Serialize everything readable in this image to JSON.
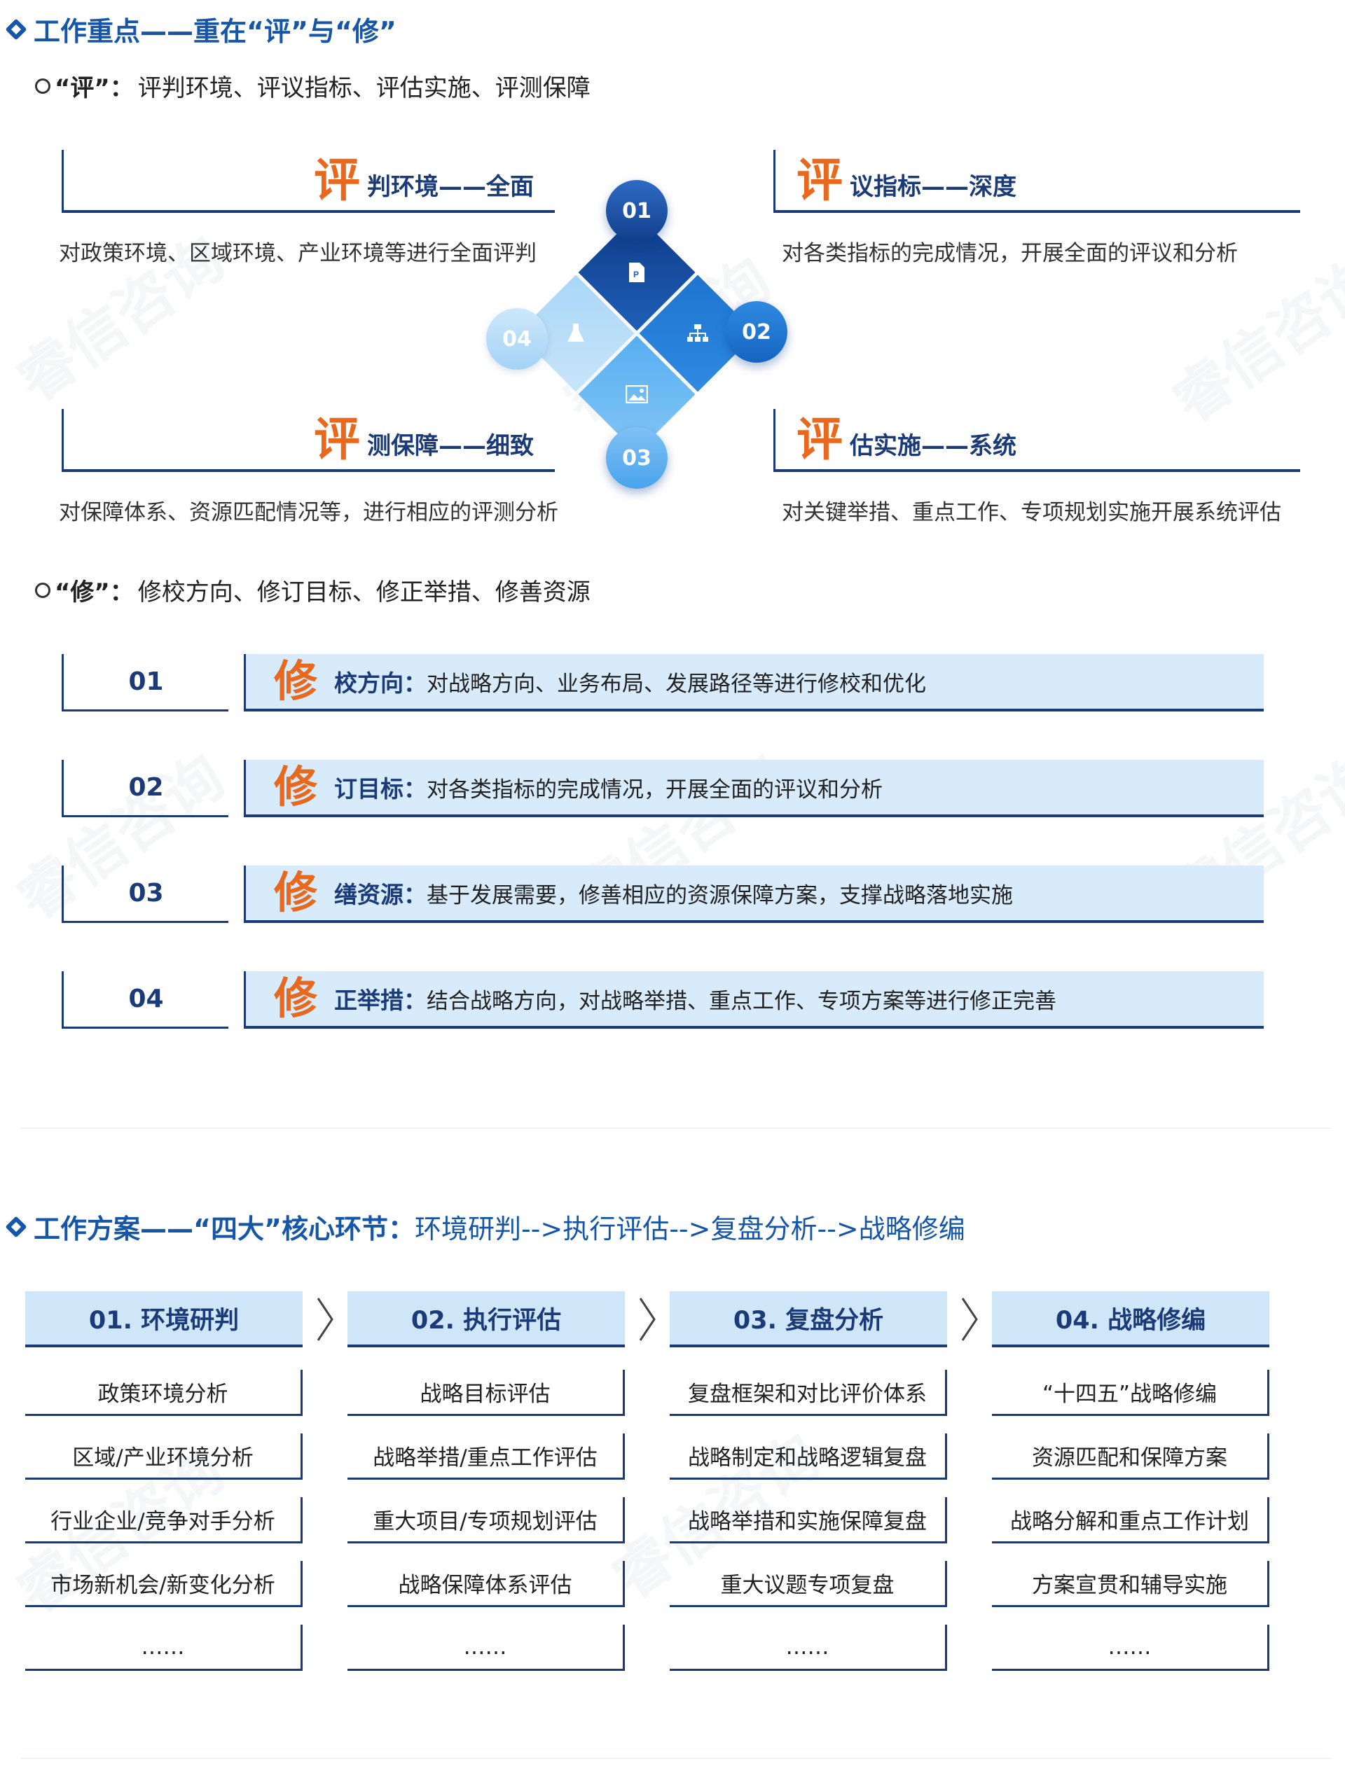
{
  "section1": {
    "title": "工作重点——重在“评”与“修”",
    "ping": {
      "key": "“评”：",
      "text": "评判环境、评议指标、评估实施、评测保障",
      "big_char": "评",
      "quadrants": [
        {
          "label": "判环境——全面",
          "desc": "对政策环境、区域环境、产业环境等进行全面评判"
        },
        {
          "label": "议指标——深度",
          "desc": "对各类指标的完成情况，开展全面的评议和分析"
        },
        {
          "label": "测保障——细致",
          "desc": "对保障体系、资源匹配情况等，进行相应的评测分析"
        },
        {
          "label": "估实施——系统",
          "desc": "对关键举措、重点工作、专项规划实施开展系统评估"
        }
      ],
      "badges": [
        "01",
        "02",
        "03",
        "04"
      ]
    },
    "xiu": {
      "key": "“修”：",
      "text": "修校方向、修订目标、修正举措、修善资源",
      "big_char": "修",
      "rows": [
        {
          "num": "01",
          "label": "校方向：",
          "text": "对战略方向、业务布局、发展路径等进行修校和优化"
        },
        {
          "num": "02",
          "label": "订目标：",
          "text": "对各类指标的完成情况，开展全面的评议和分析"
        },
        {
          "num": "03",
          "label": "缮资源：",
          "text": "基于发展需要，修善相应的资源保障方案，支撑战略落地实施"
        },
        {
          "num": "04",
          "label": "正举措：",
          "text": "结合战略方向，对战略举措、重点工作、专项方案等进行修正完善"
        }
      ]
    }
  },
  "section2": {
    "title": "工作方案——“四大”核心环节：",
    "title_rest": "环境研判-->执行评估-->复盘分析-->战略修编",
    "columns": [
      {
        "head": "01. 环境研判",
        "items": [
          "政策环境分析",
          "区域/产业环境分析",
          "行业企业/竞争对手分析",
          "市场新机会/新变化分析",
          "……"
        ]
      },
      {
        "head": "02. 执行评估",
        "items": [
          "战略目标评估",
          "战略举措/重点工作评估",
          "重大项目/专项规划评估",
          "战略保障体系评估",
          "……"
        ]
      },
      {
        "head": "03. 复盘分析",
        "items": [
          "复盘框架和对比评价体系",
          "战略制定和战略逻辑复盘",
          "战略举措和实施保障复盘",
          "重大议题专项复盘",
          "……"
        ]
      },
      {
        "head": "04. 战略修编",
        "items": [
          "“十四五”战略修编",
          "资源匹配和保障方案",
          "战略分解和重点工作计划",
          "方案宣贯和辅导实施",
          "……"
        ]
      }
    ]
  },
  "watermark": "睿信咨询",
  "colors": {
    "brand_blue": "#1656a8",
    "dark_navy": "#1a3a78",
    "accent_orange": "#e8691e",
    "light_blue": "#d7ebfb"
  }
}
